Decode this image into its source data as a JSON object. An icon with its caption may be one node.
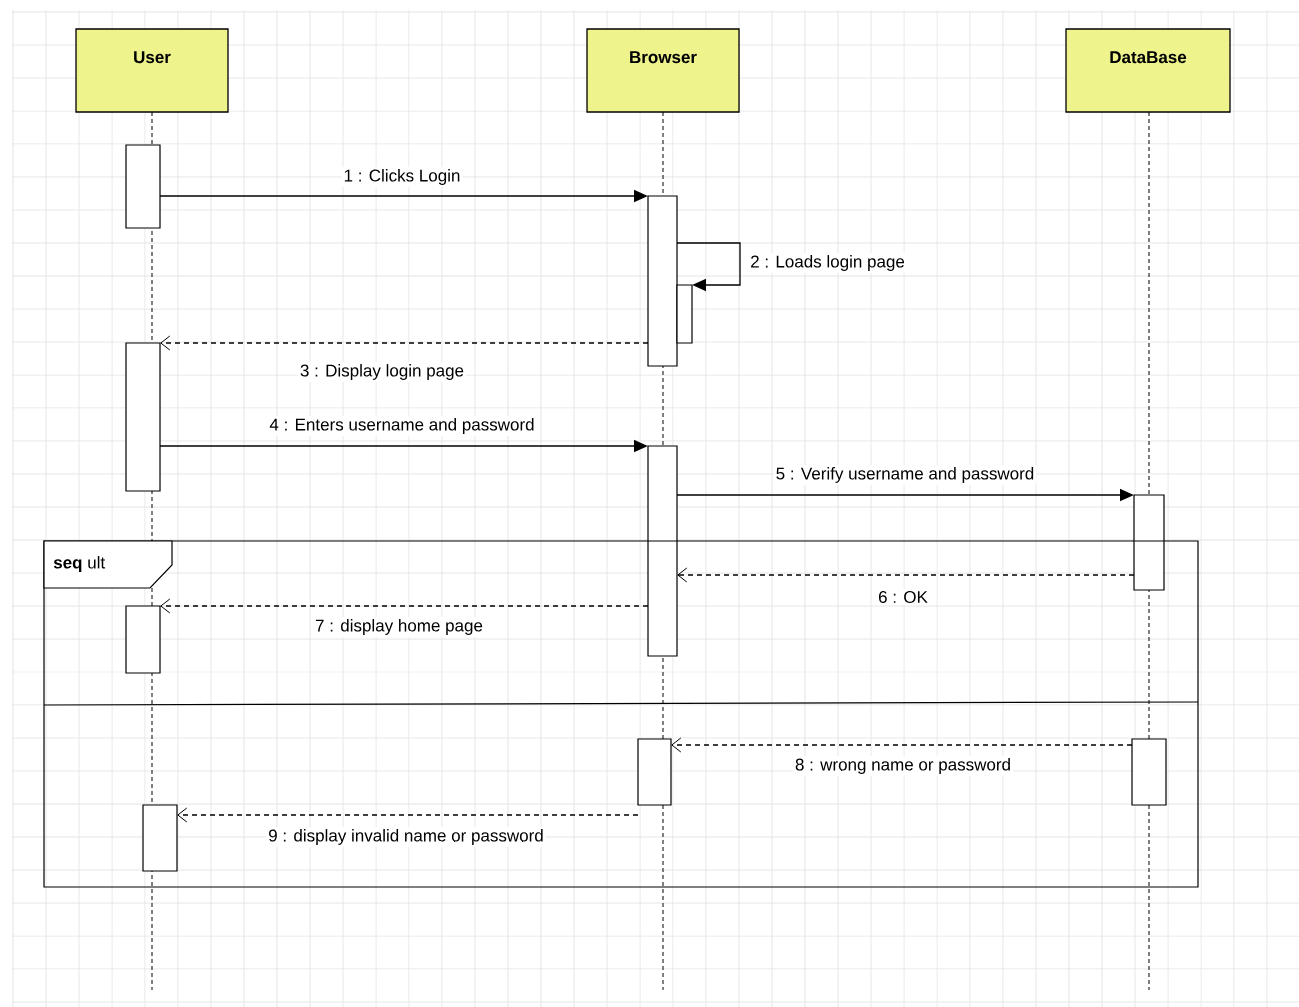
{
  "diagram": {
    "nodes": [
      {
        "text": [
          "User"
        ]
      },
      {
        "text": [
          "Browser"
        ]
      },
      {
        "text": [
          "DataBase"
        ]
      },
      {
        "text": [],
        "shape": "bar"
      },
      {
        "text": [],
        "shape": "bar"
      },
      {
        "text": [],
        "shape": "bar"
      },
      {
        "text": [],
        "shape": "bar"
      },
      {
        "text": [],
        "shape": "bar"
      },
      {
        "text": [],
        "shape": "bar"
      },
      {
        "text": [
          "**seq** ult"
        ]
      },
      {
        "text": [],
        "shape": "bar",
        "in": 9
      },
      {
        "text": [],
        "shape": "bar",
        "in": 9
      },
      {
        "text": [],
        "shape": "bar",
        "in": 9
      },
      {
        "text": [],
        "shape": "bar",
        "in": 9
      }
    ],
    "edges": [
      {
        "from": 3,
        "to": 4,
        "arrow": "to",
        "label": "1 : Clicks Login"
      },
      {
        "from": 4,
        "to": 5,
        "arrow": "to",
        "label": "2 : Loads login page"
      },
      {
        "from": 4,
        "to": 6,
        "arrow": "to",
        "label": "3 : Display login page",
        "style": "dashed"
      },
      {
        "from": 6,
        "to": 7,
        "arrow": "to",
        "label": "4 : Enters username and password"
      },
      {
        "from": 7,
        "to": 8,
        "arrow": "to",
        "label": "5 : Verify username and password"
      },
      {
        "from": 8,
        "to": 7,
        "arrow": "to",
        "label": "6 : OK",
        "style": "dashed"
      },
      {
        "from": 7,
        "to": 10,
        "arrow": "to",
        "label": "7 : display home page",
        "style": "dashed"
      },
      {
        "from": 12,
        "to": 11,
        "arrow": "to",
        "label": "8 : wrong name or password",
        "style": "dashed"
      },
      {
        "from": 11,
        "to": 13,
        "arrow": "to",
        "label": "9 : display invalid name or password",
        "style": "dashed"
      }
    ]
  }
}
